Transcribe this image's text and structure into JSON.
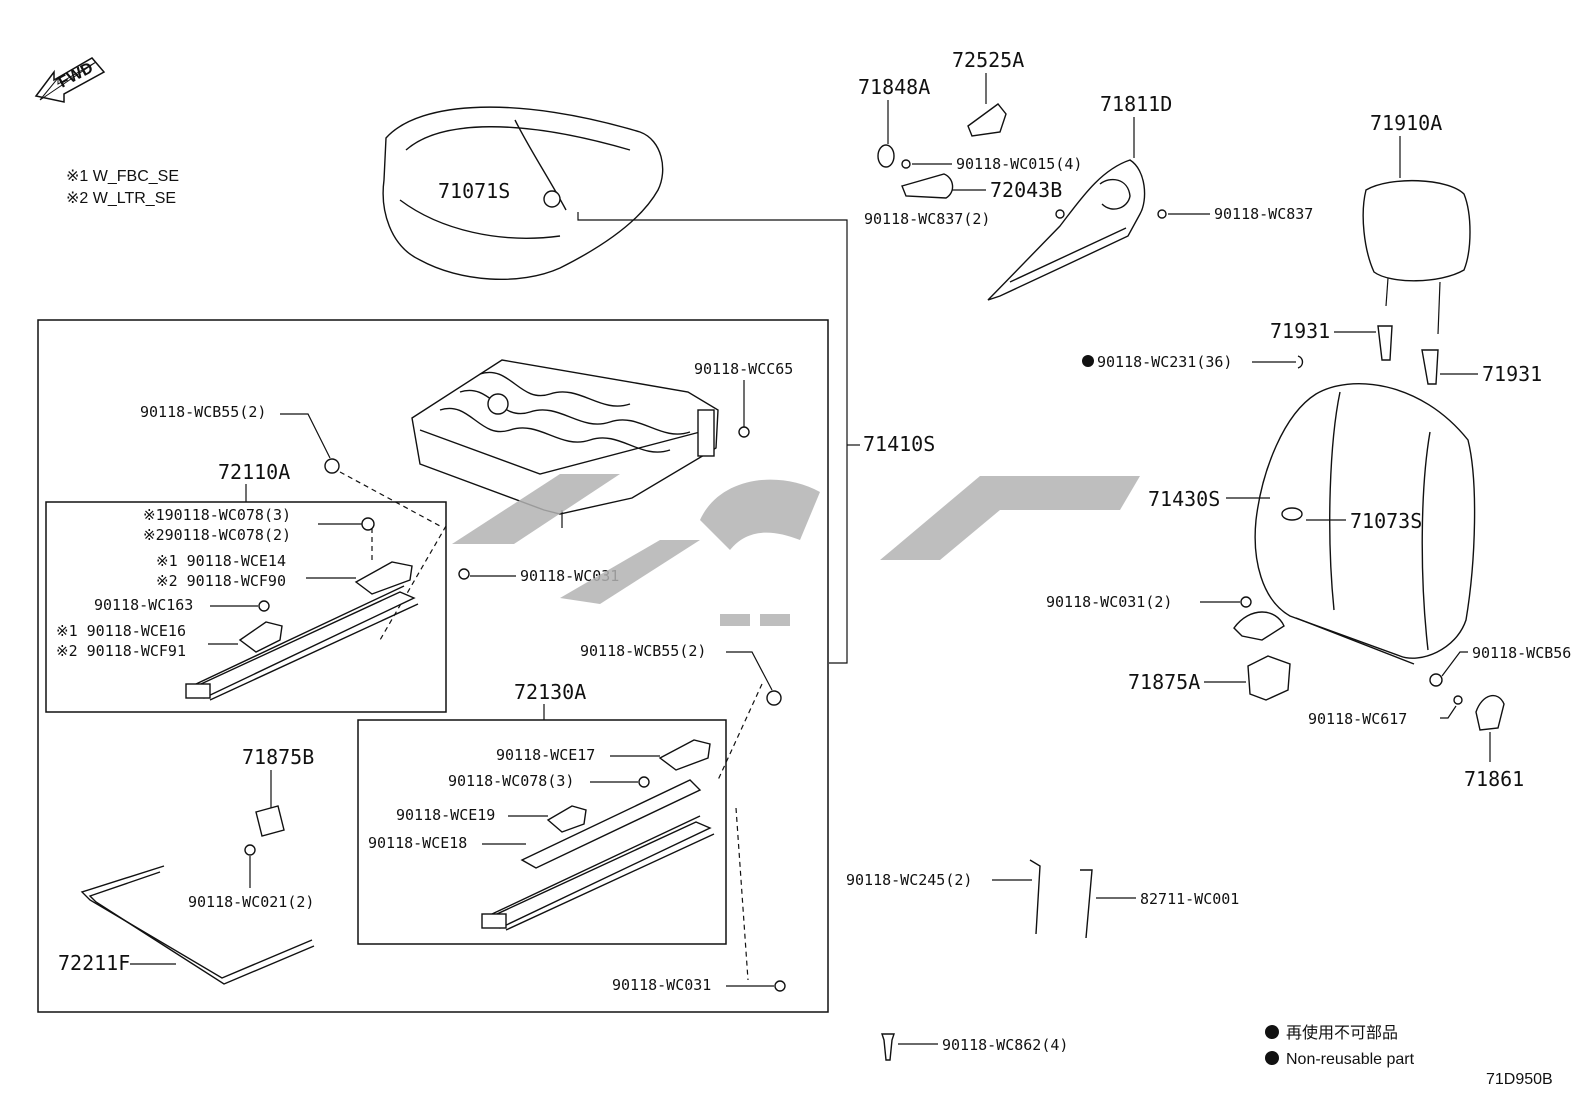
{
  "diagram": {
    "fwd_label": "FWD",
    "legend_notes": [
      "※1 W_FBC_SE",
      "※2 W_LTR_SE"
    ],
    "parts": {
      "p71071S": "71071S",
      "p71410S": "71410S",
      "p90118_WCC65": "90118-WCC65",
      "p90118_WCB55_2a": "90118-WCB55(2)",
      "p72110A": "72110A",
      "p_wc078_3_n1": "※190118-WC078(3)",
      "p_wc078_2_n2": "※290118-WC078(2)",
      "p_wce14_n1": "※1 90118-WCE14",
      "p_wcf90_n2": "※2 90118-WCF90",
      "p90118_WC031_a": "90118-WC031",
      "p90118_WC163": "90118-WC163",
      "p_wce16_n1": "※1 90118-WCE16",
      "p_wcf91_n2": "※2 90118-WCF91",
      "p90118_WCB55_2b": "90118-WCB55(2)",
      "p72130A": "72130A",
      "p90118_WCE17": "90118-WCE17",
      "p90118_WC078_3": "90118-WC078(3)",
      "p90118_WCE19": "90118-WCE19",
      "p90118_WCE18": "90118-WCE18",
      "p90118_WC031_b": "90118-WC031",
      "p71875B": "71875B",
      "p90118_WC021_2": "90118-WC021(2)",
      "p72211F": "72211F",
      "p72525A": "72525A",
      "p71848A": "71848A",
      "p71811D": "71811D",
      "p90118_WC015_4": "90118-WC015(4)",
      "p72043B": "72043B",
      "p90118_WC837_2": "90118-WC837(2)",
      "p90118_WC837": "90118-WC837",
      "p71910A": "71910A",
      "p71931_a": "71931",
      "p71931_b": "71931",
      "p90118_WC231_36": "90118-WC231(36)",
      "p71430S": "71430S",
      "p71073S": "71073S",
      "p90118_WC031_2": "90118-WC031(2)",
      "p71875A": "71875A",
      "p90118_WCB56": "90118-WCB56",
      "p90118_WC617": "90118-WC617",
      "p71861": "71861",
      "p90118_WC245_2": "90118-WC245(2)",
      "p82711_WC001": "82711-WC001",
      "p90118_WC862_4": "90118-WC862(4)"
    },
    "footer": {
      "legend_jp": "再使用不可部品",
      "legend_en": "Non-reusable part",
      "figure_code": "71D950B"
    },
    "colors": {
      "line": "#111111",
      "watermark": "#b3b3b3",
      "background": "#ffffff"
    }
  }
}
